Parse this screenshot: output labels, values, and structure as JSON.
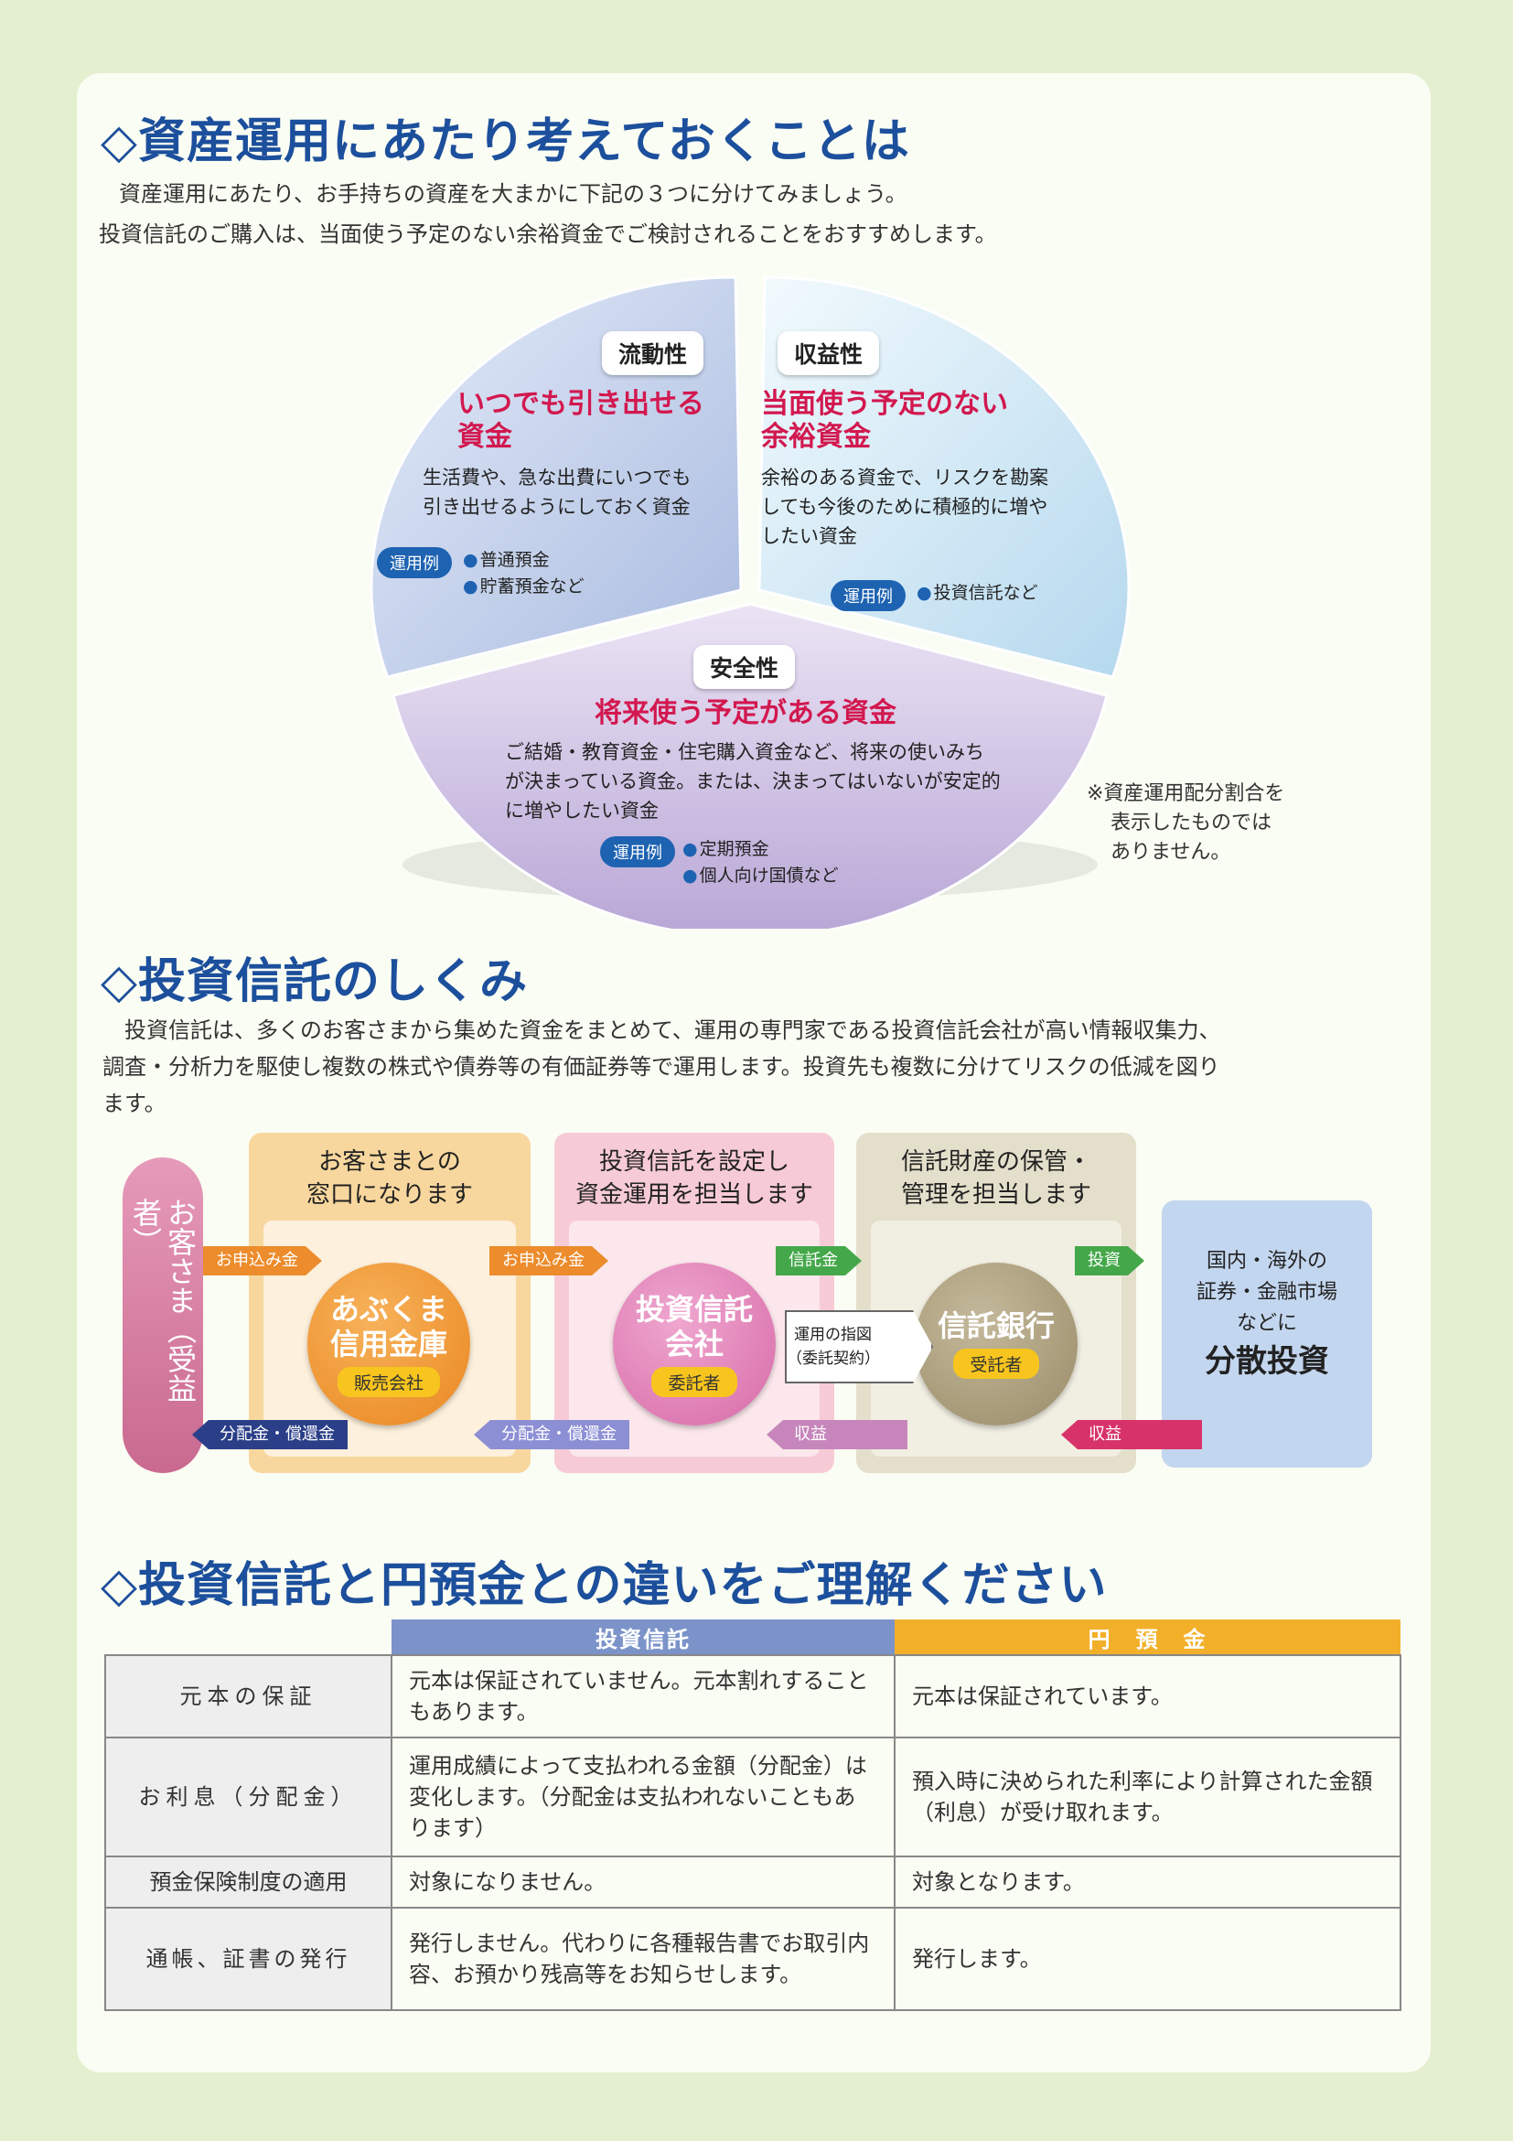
{
  "section1": {
    "title": "◇資産運用にあたり考えておくことは",
    "intro1": "資産運用にあたり、お手持ちの資産を大まかに下記の３つに分けてみましょう。",
    "intro2": "投資信託のご購入は、当面使う予定のない余裕資金でご検討されることをおすすめします。",
    "liquidity": {
      "tag": "流動性",
      "heading1": "いつでも引き出せる",
      "heading2": "資金",
      "desc1": "生活費や、急な出費にいつでも",
      "desc2": "引き出せるようにしておく資金",
      "example_label": "運用例",
      "examples": [
        "普通預金",
        "貯蓄預金など"
      ]
    },
    "profitability": {
      "tag": "収益性",
      "heading1": "当面使う予定のない",
      "heading2": "余裕資金",
      "desc1": "余裕のある資金で、リスクを勘案",
      "desc2": "しても今後のために積極的に増や",
      "desc3": "したい資金",
      "example_label": "運用例",
      "examples": [
        "投資信託など"
      ]
    },
    "safety": {
      "tag": "安全性",
      "heading": "将来使う予定がある資金",
      "desc1": "ご結婚・教育資金・住宅購入資金など、将来の使いみち",
      "desc2": "が決まっている資金。または、決まってはいないが安定的",
      "desc3": "に増やしたい資金",
      "example_label": "運用例",
      "examples": [
        "定期預金",
        "個人向け国債など"
      ]
    },
    "note1": "※資産運用配分割合を",
    "note2": "表示したものでは",
    "note3": "ありません。",
    "colors": {
      "liquidity": "#c8d5ee",
      "profitability": "#d7ecf6",
      "safety": "#d6cbe7"
    }
  },
  "section2": {
    "title": "◇投資信託のしくみ",
    "intro1": "投資信託は、多くのお客さまから集めた資金をまとめて、運用の専門家である投資信託会社が高い情報収集力、",
    "intro2": "調査・分析力を駆使し複数の株式や債券等の有価証券等で運用します。投資先も複数に分けてリスクの低減を図り",
    "intro3": "ます。",
    "customer": "お客さま（受益者）",
    "box1": {
      "head1": "お客さまとの",
      "head2": "窓口になります",
      "name1": "あぶくま",
      "name2": "信用金庫",
      "role": "販売会社"
    },
    "box2": {
      "head1": "投資信託を設定し",
      "head2": "資金運用を担当します",
      "name1": "投資信託",
      "name2": "会社",
      "role": "委託者"
    },
    "box3": {
      "head1": "信託財産の保管・",
      "head2": "管理を担当します",
      "name1": "信託銀行",
      "role": "受託者"
    },
    "market": {
      "line1": "国内・海外の",
      "line2": "証券・金融市場",
      "line3": "などに",
      "main": "分散投資"
    },
    "arrows": {
      "apply1": "お申込み金",
      "apply2": "お申込み金",
      "trust_money": "信託金",
      "invest": "投資",
      "instruction1": "運用の指図",
      "instruction2": "（委託契約）",
      "dist1": "分配金・償還金",
      "dist2": "分配金・償還金",
      "profit1": "収益",
      "profit2": "収益"
    }
  },
  "section3": {
    "title": "◇投資信託と円預金との違いをご理解ください",
    "col1": "投資信託",
    "col2": "円　預　金",
    "rows": [
      {
        "label": "元本の保証",
        "fund": "元本は保証されていません。元本割れすることもあります。",
        "deposit": "元本は保証されています。"
      },
      {
        "label": "お利息（分配金）",
        "fund": "運用成績によって支払われる金額（分配金）は変化します。（分配金は支払われないこともあります）",
        "deposit": "預入時に決められた利率により計算された金額（利息）が受け取れます。"
      },
      {
        "label": "預金保険制度の適用",
        "fund": "対象になりません。",
        "deposit": "対象となります。"
      },
      {
        "label": "通帳、証書の発行",
        "fund": "発行しません。代わりに各種報告書でお取引内容、お預かり残高等をお知らせします。",
        "deposit": "発行します。"
      }
    ]
  }
}
